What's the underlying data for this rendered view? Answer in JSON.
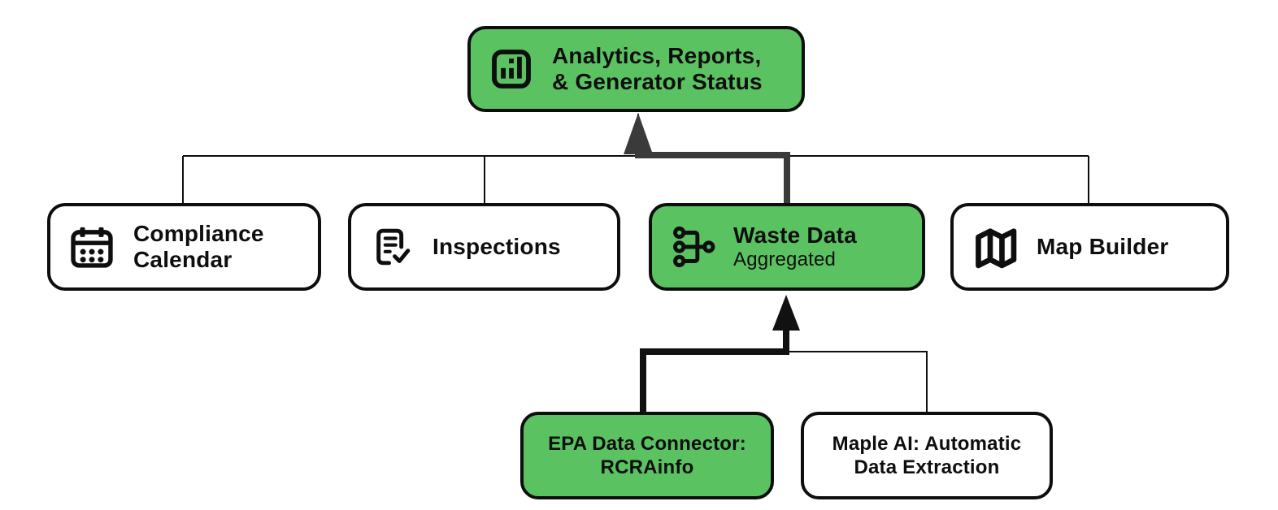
{
  "diagram": {
    "title_hint": "Product feature hierarchy diagram",
    "colors": {
      "green": "#5BC262",
      "border": "#0E0E0E",
      "thick_top": "#3A3A3A",
      "thick_bottom": "#111111",
      "bg": "#FFFFFF"
    },
    "nodes": {
      "analytics": {
        "lines": [
          "Analytics, Reports,",
          "& Generator Status"
        ],
        "icon": "bar-chart-icon",
        "variant": "green"
      },
      "compliance": {
        "lines": [
          "Compliance",
          "Calendar"
        ],
        "icon": "calendar-icon",
        "variant": "white"
      },
      "inspections": {
        "lines": [
          "Inspections"
        ],
        "icon": "checklist-check-icon",
        "variant": "white"
      },
      "waste": {
        "title": "Waste Data",
        "subtitle": "Aggregated",
        "icon": "merge-flow-icon",
        "variant": "green"
      },
      "map": {
        "lines": [
          "Map Builder"
        ],
        "icon": "folded-map-icon",
        "variant": "white"
      },
      "epa": {
        "lines": [
          "EPA Data Connector:",
          "RCRAinfo"
        ],
        "icon": null,
        "variant": "green"
      },
      "maple": {
        "lines": [
          "Maple AI: Automatic",
          "Data Extraction"
        ],
        "icon": null,
        "variant": "white"
      }
    },
    "edges": [
      {
        "from": "compliance",
        "to": "analytics",
        "style": "thin"
      },
      {
        "from": "inspections",
        "to": "analytics",
        "style": "thin"
      },
      {
        "from": "map",
        "to": "analytics",
        "style": "thin"
      },
      {
        "from": "waste",
        "to": "analytics",
        "style": "thick-arrow"
      },
      {
        "from": "maple",
        "to": "waste",
        "style": "thin"
      },
      {
        "from": "epa",
        "to": "waste",
        "style": "thick-arrow"
      }
    ]
  }
}
